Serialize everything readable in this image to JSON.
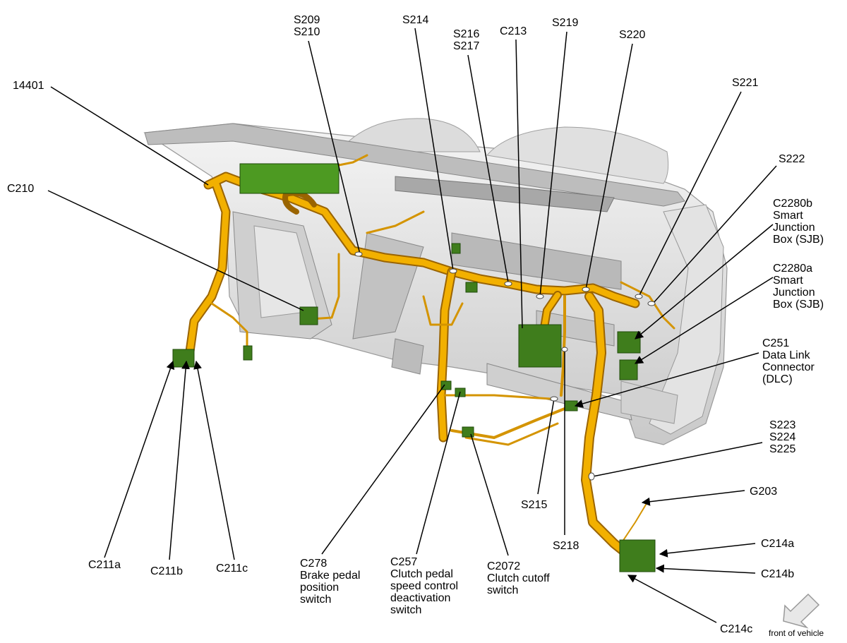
{
  "labels": {
    "l14401": "14401",
    "c210": "C210",
    "s209": "S209",
    "s210": "S210",
    "s214": "S214",
    "s216": "S216",
    "s217": "S217",
    "c213": "C213",
    "s219": "S219",
    "s220": "S220",
    "s221": "S221",
    "s222": "S222",
    "c2280b": [
      "C2280b",
      "Smart",
      "Junction",
      "Box (SJB)"
    ],
    "c2280a": [
      "C2280a",
      "Smart",
      "Junction",
      "Box (SJB)"
    ],
    "c251": [
      "C251",
      "Data Link",
      "Connector",
      "(DLC)"
    ],
    "s223": "S223",
    "s224": "S224",
    "s225": "S225",
    "g203": "G203",
    "c214a": "C214a",
    "c214b": "C214b",
    "c214c": "C214c",
    "s215": "S215",
    "s218": "S218",
    "c211a": "C211a",
    "c211b": "C211b",
    "c211c": "C211c",
    "c278": [
      "C278",
      "Brake pedal",
      "position",
      "switch"
    ],
    "c257": [
      "C257",
      "Clutch pedal",
      "speed control",
      "deactivation",
      "switch"
    ],
    "c2072": [
      "C2072",
      "Clutch cutoff",
      "switch"
    ],
    "front": "front of vehicle"
  },
  "colors": {
    "harness": "#f0a800",
    "harness_dark": "#b87800",
    "connector": "#3f7d1c",
    "panel": "#d8d8d8",
    "panel_dark": "#a9a9a9",
    "leader": "#000000"
  }
}
